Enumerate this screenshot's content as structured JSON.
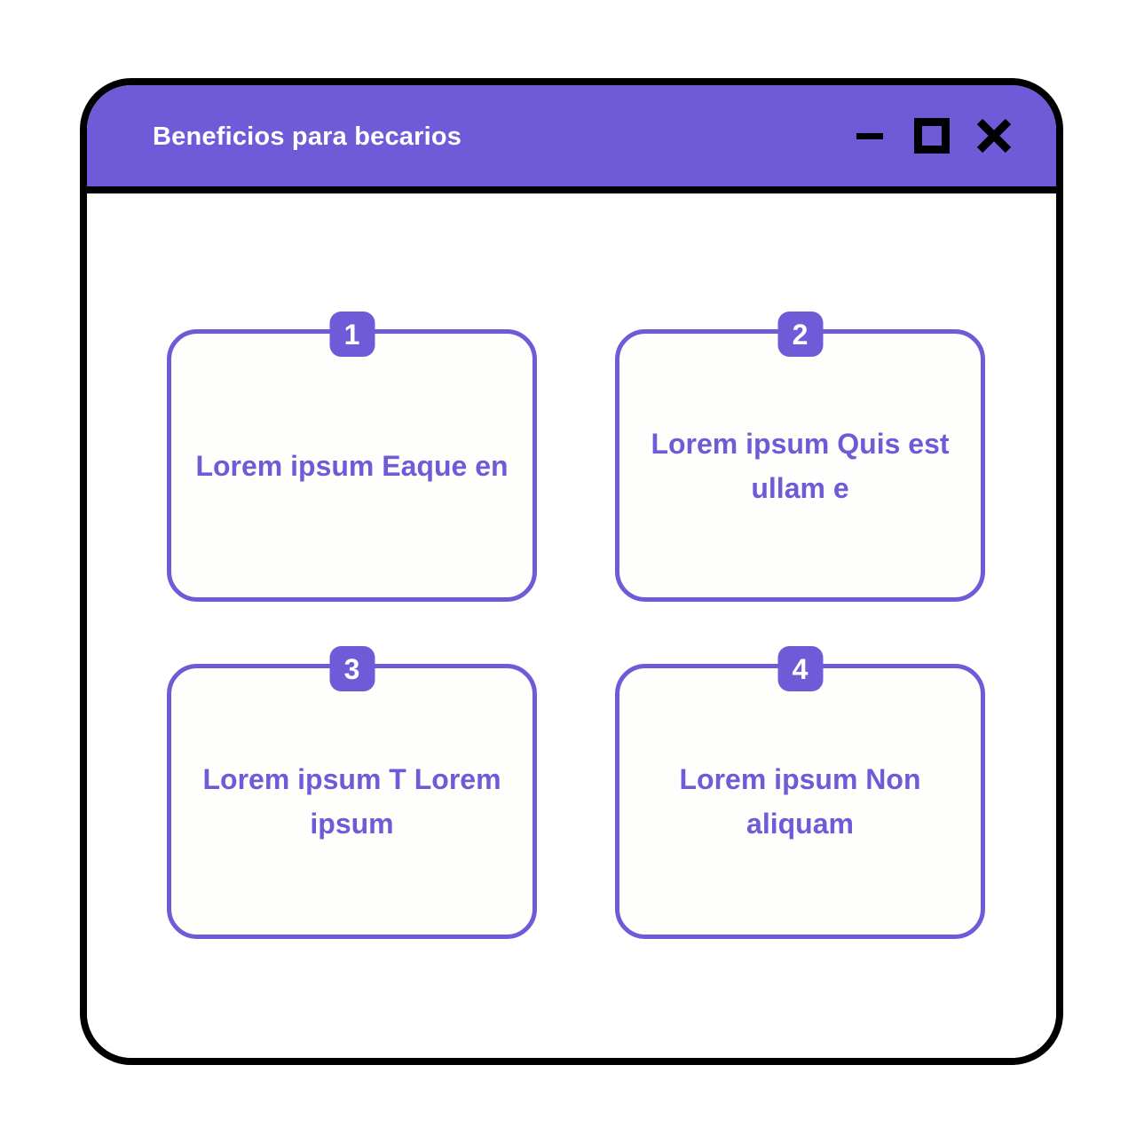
{
  "window": {
    "title": "Beneficios para becarios",
    "accent_color": "#6F5AD8",
    "frame_color": "#000000",
    "body_color": "#FFFFFF",
    "controls": [
      {
        "name": "minimize",
        "icon": "minimize-icon",
        "label": "–"
      },
      {
        "name": "maximize",
        "icon": "maximize-icon",
        "label": "□"
      },
      {
        "name": "close",
        "icon": "close-icon",
        "label": "✕"
      }
    ]
  },
  "cards": [
    {
      "number": "1",
      "text": "Lorem ipsum Eaque en"
    },
    {
      "number": "2",
      "text": "Lorem ipsum Quis est ullam e"
    },
    {
      "number": "3",
      "text": "Lorem ipsum T Lorem ipsum"
    },
    {
      "number": "4",
      "text": "Lorem ipsum Non aliquam"
    }
  ]
}
